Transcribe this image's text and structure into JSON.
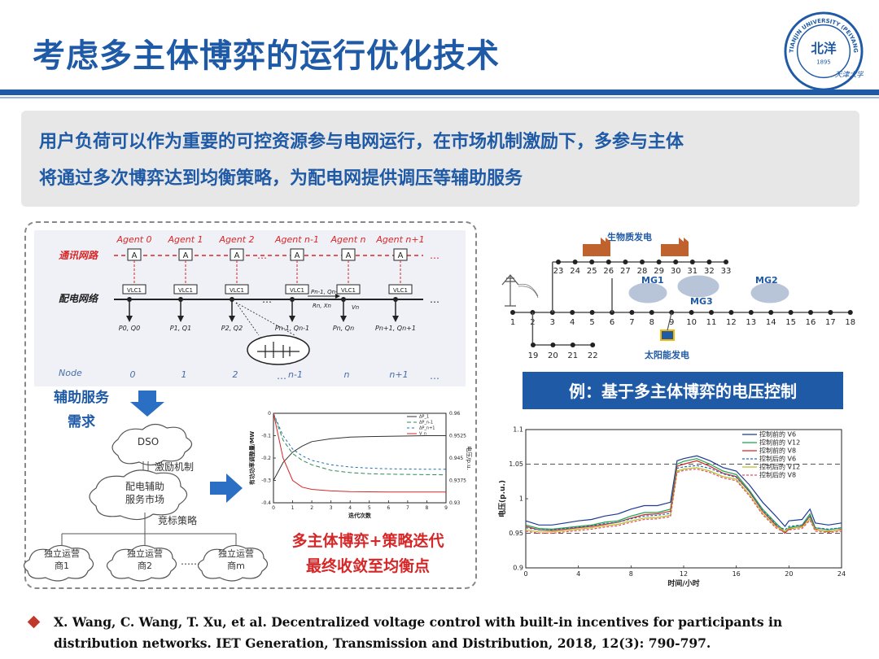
{
  "slide": {
    "title": "考虑多主体博弈的运行优化技术",
    "summary_line1": "用户负荷可以作为重要的可控资源参与电网运行，在市场机制激励下，多参与主体",
    "summary_line2": "将通过多次博弈达到均衡策略，为配电网提供调压等辅助服务",
    "logo_text": "TIANJIN UNIVERSITY (PEIYANG UNIVERSITY)",
    "logo_center": "北洋",
    "logo_year": "1895",
    "logo_script": "天津大学"
  },
  "network_diagram": {
    "agents": [
      "Agent 0",
      "Agent 1",
      "Agent 2",
      "Agent n-1",
      "Agent n",
      "Agent n+1"
    ],
    "agent_box": "A",
    "comm_label": "通讯网路",
    "dist_label": "配电网络",
    "vcu": "VLC1",
    "ellipsis": "…",
    "loads": [
      "P0, Q0",
      "P1, Q1",
      "P2, Q2",
      "Pn-1, Qn-1",
      "Pn, Qn",
      "Pn+1, Qn+1"
    ],
    "flow_label": "Pn-1, Qn-1",
    "imp_label": "Rn, Xn",
    "vn_label": "Vn",
    "node_label": "Node",
    "nodes": [
      "0",
      "1",
      "2",
      "n-1",
      "n",
      "n+1"
    ]
  },
  "market_diagram": {
    "demand_label_1": "辅助服务",
    "demand_label_2": "需求",
    "dso": "DSO",
    "incentive": "激励机制",
    "market_1": "配电辅助",
    "market_2": "服务市场",
    "bidding": "竞标策略",
    "operators": [
      "独立运营",
      "独立运营",
      "独立运营"
    ],
    "operator_suffix": [
      "商1",
      "商2",
      "商m"
    ],
    "dots": "……",
    "note_1": "多主体博弈+策略迭代",
    "note_2": "最终收敛至均衡点"
  },
  "microgrid_diagram": {
    "top_nodes": [
      "23",
      "24",
      "25",
      "26",
      "27",
      "28",
      "29",
      "30",
      "31",
      "32",
      "33"
    ],
    "main_nodes": [
      "1",
      "2",
      "3",
      "4",
      "5",
      "6",
      "7",
      "8",
      "9",
      "10",
      "11",
      "12",
      "13",
      "14",
      "15",
      "16",
      "17",
      "18"
    ],
    "bottom_nodes": [
      "19",
      "20",
      "21",
      "22"
    ],
    "biomass_label": "生物质发电",
    "solar_label": "太阳能发电",
    "mg_labels": [
      "MG1",
      "MG3",
      "MG2"
    ]
  },
  "example_label": "例：基于多主体博弈的电压控制",
  "reference_line1": "X. Wang, C. Wang, T. Xu, et al. Decentralized voltage control with built-in incentives for participants in",
  "reference_line2": "distribution networks. IET Generation, Transmission and Distribution, 2018, 12(3): 790-797.",
  "chart_data": [
    {
      "type": "line",
      "title": "",
      "xlabel": "迭代次数",
      "ylabel": "有功功率调整量/MW",
      "ylabel_right": "电压/p.u.",
      "xlim": [
        0,
        9
      ],
      "ylim": [
        -0.4,
        0
      ],
      "ylim_right": [
        0.93,
        0.96
      ],
      "xticks": [
        "0",
        "1",
        "2",
        "3",
        "4",
        "5",
        "6",
        "7",
        "8",
        "9"
      ],
      "yticks": [
        "0",
        "-0.1",
        "-0.2",
        "-0.3",
        "-0.4"
      ],
      "yticks_right": [
        "0.96",
        "0.9525",
        "0.945",
        "0.9375",
        "0.93"
      ],
      "legend_position": "top-right",
      "legend": [
        "ΔP_1",
        "ΔP_n-1",
        "ΔP_n+1",
        "V_n"
      ],
      "series": [
        {
          "name": "V_n",
          "color": "#333333",
          "dash": "",
          "axis": "right",
          "x": [
            0,
            0.5,
            1,
            1.5,
            2,
            3,
            4,
            5,
            6,
            7,
            8,
            9
          ],
          "values": [
            0.9375,
            0.9435,
            0.947,
            0.949,
            0.9505,
            0.9515,
            0.952,
            0.9522,
            0.9523,
            0.9524,
            0.9525,
            0.9525
          ]
        },
        {
          "name": "ΔP_1",
          "color": "#2e8b57",
          "dash": "5,3",
          "axis": "left",
          "x": [
            0,
            0.5,
            1,
            1.5,
            2,
            3,
            4,
            5,
            6,
            7,
            8,
            9
          ],
          "values": [
            0,
            -0.12,
            -0.18,
            -0.21,
            -0.23,
            -0.255,
            -0.265,
            -0.27,
            -0.272,
            -0.273,
            -0.274,
            -0.275
          ]
        },
        {
          "name": "ΔP_n-1",
          "color": "#1f6fb3",
          "dash": "3,3",
          "axis": "left",
          "x": [
            0,
            0.5,
            1,
            1.5,
            2,
            3,
            4,
            5,
            6,
            7,
            8,
            9
          ],
          "values": [
            0,
            -0.1,
            -0.16,
            -0.19,
            -0.21,
            -0.23,
            -0.24,
            -0.245,
            -0.248,
            -0.249,
            -0.25,
            -0.25
          ]
        },
        {
          "name": "ΔP_n+1",
          "color": "#d62728",
          "dash": "",
          "axis": "left",
          "x": [
            0,
            0.5,
            1,
            1.5,
            2,
            3,
            4,
            5,
            6,
            7,
            8,
            9
          ],
          "values": [
            0,
            -0.2,
            -0.3,
            -0.33,
            -0.34,
            -0.347,
            -0.35,
            -0.351,
            -0.352,
            -0.352,
            -0.352,
            -0.352
          ]
        }
      ]
    },
    {
      "type": "line",
      "title": "",
      "xlabel": "时间/小时",
      "ylabel": "电压(p.u.)",
      "xlim": [
        0,
        24
      ],
      "ylim": [
        0.9,
        1.1
      ],
      "xticks": [
        "0",
        "4",
        "8",
        "12",
        "16",
        "20",
        "24"
      ],
      "yticks": [
        "0.9",
        "0.95",
        "1",
        "1.05",
        "1.1"
      ],
      "reference_lines": [
        1.05,
        0.95
      ],
      "legend_position": "top-right",
      "legend": [
        "控制前的 V6",
        "控制前的 V12",
        "控制前的 V8",
        "控制后的 V6",
        "控制后的 V12",
        "控制后的 V8"
      ],
      "series": [
        {
          "name": "控制前的 V6",
          "color": "#1f3a93",
          "dash": "",
          "x": [
            0,
            1,
            2,
            3,
            4,
            5,
            6,
            7,
            8,
            9,
            10,
            11,
            11.5,
            12,
            13,
            14,
            15,
            16,
            17,
            18,
            19,
            19.7,
            20,
            21,
            21.6,
            22,
            23,
            24
          ],
          "values": [
            0.968,
            0.962,
            0.962,
            0.965,
            0.968,
            0.97,
            0.975,
            0.978,
            0.985,
            0.99,
            0.99,
            0.995,
            1.055,
            1.058,
            1.062,
            1.055,
            1.045,
            1.04,
            1.02,
            0.995,
            0.975,
            0.96,
            0.968,
            0.97,
            0.985,
            0.965,
            0.962,
            0.965
          ]
        },
        {
          "name": "控制前的 V12",
          "color": "#1aa34a",
          "dash": "",
          "x": [
            0,
            1,
            2,
            3,
            4,
            5,
            6,
            7,
            8,
            9,
            10,
            11,
            11.5,
            12,
            13,
            14,
            15,
            16,
            17,
            18,
            19,
            19.7,
            20,
            21,
            21.6,
            22,
            23,
            24
          ],
          "values": [
            0.962,
            0.957,
            0.956,
            0.958,
            0.96,
            0.962,
            0.966,
            0.968,
            0.975,
            0.98,
            0.98,
            0.985,
            1.05,
            1.054,
            1.058,
            1.05,
            1.04,
            1.035,
            1.012,
            0.985,
            0.965,
            0.952,
            0.958,
            0.962,
            0.978,
            0.958,
            0.955,
            0.958
          ]
        },
        {
          "name": "控制前的 V8",
          "color": "#d62728",
          "dash": "",
          "x": [
            0,
            1,
            2,
            3,
            4,
            5,
            6,
            7,
            8,
            9,
            10,
            11,
            11.5,
            12,
            13,
            14,
            15,
            16,
            17,
            18,
            19,
            19.7,
            20,
            21,
            21.6,
            22,
            23,
            24
          ],
          "values": [
            0.96,
            0.955,
            0.954,
            0.956,
            0.958,
            0.96,
            0.963,
            0.966,
            0.972,
            0.977,
            0.978,
            0.982,
            1.047,
            1.05,
            1.055,
            1.047,
            1.037,
            1.032,
            1.01,
            0.982,
            0.962,
            0.95,
            0.956,
            0.96,
            0.975,
            0.956,
            0.952,
            0.956
          ]
        },
        {
          "name": "控制后的 V6",
          "color": "#1f6fb3",
          "dash": "3,2",
          "x": [
            0,
            1,
            2,
            3,
            4,
            5,
            6,
            7,
            8,
            9,
            10,
            11,
            11.5,
            12,
            13,
            14,
            15,
            16,
            17,
            18,
            19,
            19.7,
            20,
            21,
            21.6,
            22,
            23,
            24
          ],
          "values": [
            0.958,
            0.955,
            0.955,
            0.957,
            0.959,
            0.961,
            0.964,
            0.966,
            0.971,
            0.975,
            0.976,
            0.979,
            1.044,
            1.046,
            1.048,
            1.044,
            1.036,
            1.031,
            1.01,
            0.983,
            0.963,
            0.955,
            0.96,
            0.962,
            0.974,
            0.958,
            0.956,
            0.958
          ]
        },
        {
          "name": "控制后的 V12",
          "color": "#bcbd22",
          "dash": "",
          "x": [
            0,
            1,
            2,
            3,
            4,
            5,
            6,
            7,
            8,
            9,
            10,
            11,
            11.5,
            12,
            13,
            14,
            15,
            16,
            17,
            18,
            19,
            19.7,
            20,
            21,
            21.6,
            22,
            23,
            24
          ],
          "values": [
            0.955,
            0.952,
            0.952,
            0.954,
            0.956,
            0.958,
            0.961,
            0.963,
            0.968,
            0.972,
            0.973,
            0.976,
            1.04,
            1.043,
            1.045,
            1.04,
            1.032,
            1.028,
            1.006,
            0.979,
            0.96,
            0.953,
            0.957,
            0.959,
            0.971,
            0.955,
            0.953,
            0.955
          ]
        },
        {
          "name": "控制后的 V8",
          "color": "#e0506a",
          "dash": "3,2",
          "x": [
            0,
            1,
            2,
            3,
            4,
            5,
            6,
            7,
            8,
            9,
            10,
            11,
            11.5,
            12,
            13,
            14,
            15,
            16,
            17,
            18,
            19,
            19.7,
            20,
            21,
            21.6,
            22,
            23,
            24
          ],
          "values": [
            0.953,
            0.95,
            0.95,
            0.952,
            0.954,
            0.956,
            0.959,
            0.961,
            0.966,
            0.97,
            0.971,
            0.974,
            1.038,
            1.041,
            1.043,
            1.038,
            1.03,
            1.026,
            1.004,
            0.977,
            0.958,
            0.951,
            0.955,
            0.957,
            0.969,
            0.953,
            0.951,
            0.953
          ]
        }
      ]
    }
  ]
}
